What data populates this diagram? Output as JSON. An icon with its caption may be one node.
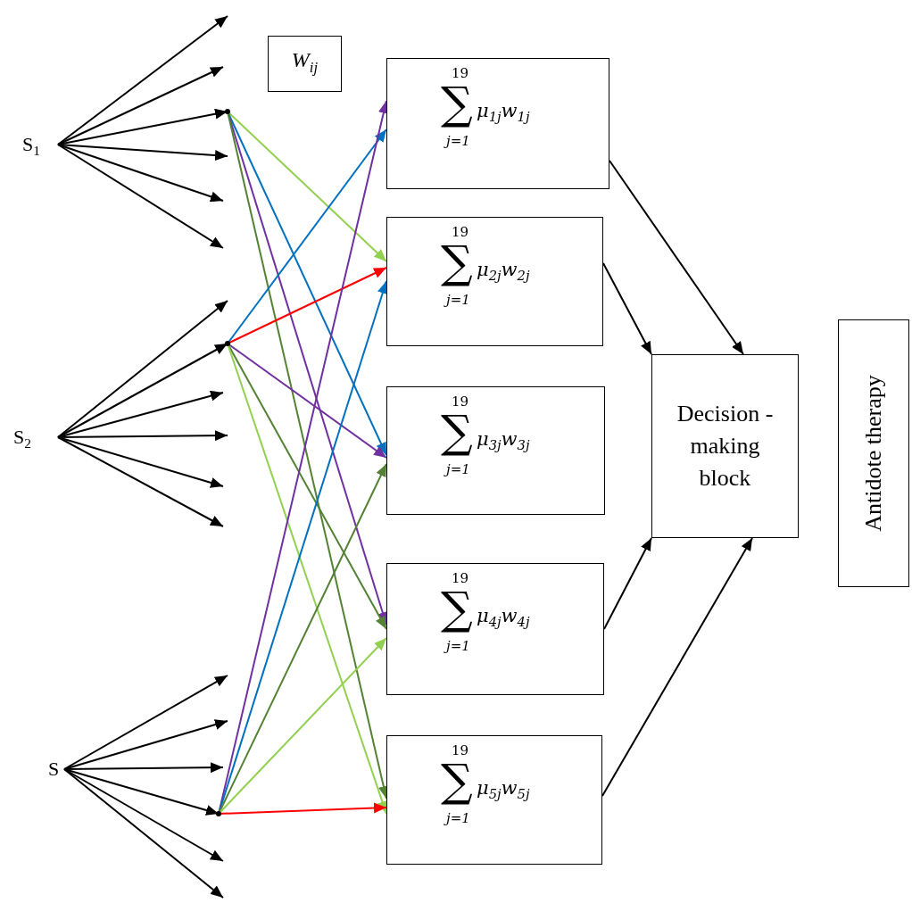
{
  "diagram": {
    "nodes": [
      {
        "text": [
          "S$_{1}$"
        ]
      },
      {
        "text": [
          "S$_{2}$"
        ]
      },
      {
        "text": [
          "S"
        ]
      },
      {
        "text": [],
        "shape": "point"
      },
      {
        "text": [],
        "shape": "point"
      },
      {
        "text": [],
        "shape": "point"
      },
      {
        "text": [
          "W$_{ij}$"
        ]
      },
      {
        "text": [
          "19",
          "∑",
          "j=1",
          "μ$_{1j}$w$_{1j}$"
        ]
      },
      {
        "text": [
          "19",
          "∑",
          "j=1",
          "μ$_{2j}$w$_{2j}$"
        ]
      },
      {
        "text": [
          "19",
          "∑",
          "j=1",
          "μ$_{3j}$w$_{3j}$"
        ]
      },
      {
        "text": [
          "19",
          "∑",
          "j=1",
          "μ$_{4j}$w$_{4j}$"
        ]
      },
      {
        "text": [
          "19",
          "∑",
          "j=1",
          "μ$_{5j}$w$_{5j}$"
        ]
      },
      {
        "text": [
          "Decision -making block"
        ]
      },
      {
        "text": [
          "Antidote therapy"
        ]
      }
    ],
    "edges": [
      {
        "from": 0,
        "to": null,
        "arrow": "to"
      },
      {
        "from": 0,
        "to": null,
        "arrow": "to"
      },
      {
        "from": 0,
        "to": 3,
        "arrow": "to"
      },
      {
        "from": 0,
        "to": null,
        "arrow": "to"
      },
      {
        "from": 0,
        "to": null,
        "arrow": "to"
      },
      {
        "from": 0,
        "to": null,
        "arrow": "to"
      },
      {
        "from": 1,
        "to": null,
        "arrow": "to"
      },
      {
        "from": 1,
        "to": 4,
        "arrow": "to"
      },
      {
        "from": 1,
        "to": null,
        "arrow": "to"
      },
      {
        "from": 1,
        "to": null,
        "arrow": "to"
      },
      {
        "from": 1,
        "to": null,
        "arrow": "to"
      },
      {
        "from": 1,
        "to": null,
        "arrow": "to"
      },
      {
        "from": 2,
        "to": null,
        "arrow": "to"
      },
      {
        "from": 2,
        "to": null,
        "arrow": "to"
      },
      {
        "from": 2,
        "to": null,
        "arrow": "to"
      },
      {
        "from": 2,
        "to": 5,
        "arrow": "to"
      },
      {
        "from": 2,
        "to": null,
        "arrow": "to"
      },
      {
        "from": 2,
        "to": null,
        "arrow": "to"
      },
      {
        "from": 3,
        "to": 8,
        "arrow": "to",
        "color": "#92d050"
      },
      {
        "from": 3,
        "to": 9,
        "arrow": "to",
        "color": "#0070c0"
      },
      {
        "from": 3,
        "to": 10,
        "arrow": "to",
        "color": "#7030a0"
      },
      {
        "from": 3,
        "to": 11,
        "arrow": "to",
        "color": "#548235"
      },
      {
        "from": 4,
        "to": 7,
        "arrow": "to",
        "color": "#0070c0"
      },
      {
        "from": 4,
        "to": 8,
        "arrow": "to",
        "color": "#ff0000"
      },
      {
        "from": 4,
        "to": 9,
        "arrow": "to",
        "color": "#7030a0"
      },
      {
        "from": 4,
        "to": 10,
        "arrow": "to",
        "color": "#548235"
      },
      {
        "from": 4,
        "to": 11,
        "arrow": "to",
        "color": "#92d050"
      },
      {
        "from": 5,
        "to": 7,
        "arrow": "to",
        "color": "#7030a0"
      },
      {
        "from": 5,
        "to": 8,
        "arrow": "to",
        "color": "#0070c0"
      },
      {
        "from": 5,
        "to": 9,
        "arrow": "to",
        "color": "#548235"
      },
      {
        "from": 5,
        "to": 10,
        "arrow": "to",
        "color": "#92d050"
      },
      {
        "from": 5,
        "to": 11,
        "arrow": "to",
        "color": "#ff0000"
      },
      {
        "from": 7,
        "to": 12,
        "arrow": "to"
      },
      {
        "from": 8,
        "to": 12,
        "arrow": "to"
      },
      {
        "from": 10,
        "to": 12,
        "arrow": "to"
      },
      {
        "from": 11,
        "to": 12,
        "arrow": "to"
      }
    ]
  }
}
